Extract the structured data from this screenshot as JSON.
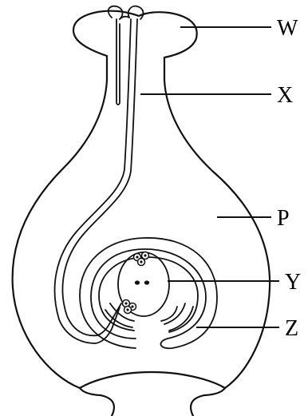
{
  "labels": {
    "W": "W",
    "X": "X",
    "P": "P",
    "Y": "Y",
    "Z": "Z"
  }
}
